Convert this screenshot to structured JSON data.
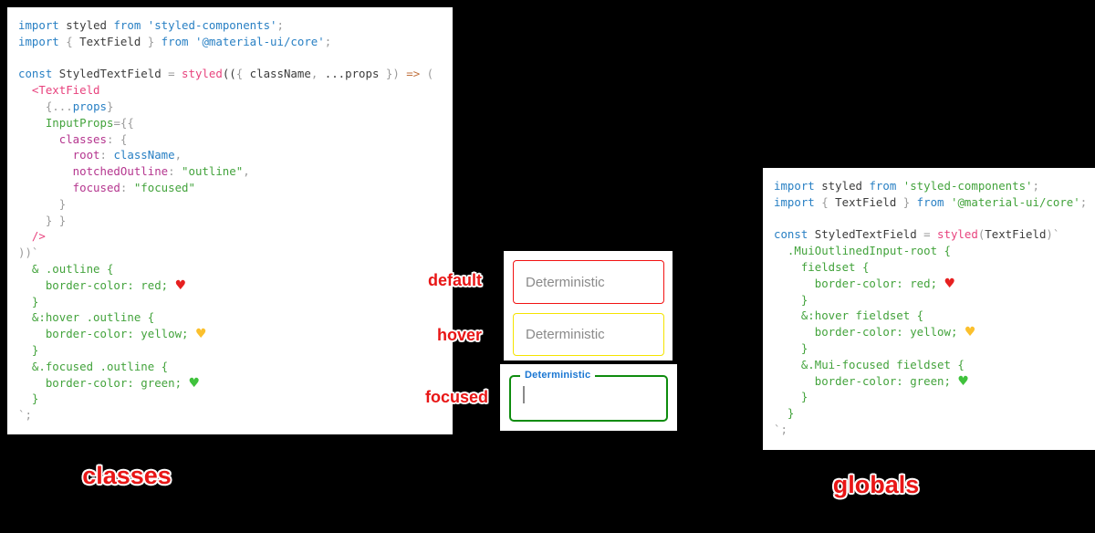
{
  "labels": {
    "default": "default",
    "hover": "hover",
    "focused": "focused"
  },
  "captions": {
    "classes": "classes",
    "globals": "globals"
  },
  "demo": {
    "default_placeholder": "Deterministic",
    "hover_placeholder": "Deterministic",
    "focused_label": "Deterministic"
  },
  "colors": {
    "default_border": "#f21313",
    "hover_border": "#f5e400",
    "focused_border": "#0e8c0e",
    "focused_label_blue": "#1976d2",
    "annotation_red": "#e81616",
    "keyword_blue": "#2980c4",
    "string_green": "#43a33c",
    "function_pink": "#e8437e",
    "key_magenta": "#b5368f"
  },
  "code_blocks": {
    "classes": {
      "lines": [
        [
          [
            "b",
            "import"
          ],
          [
            "k",
            " styled"
          ],
          [
            "b",
            " from"
          ],
          [
            "b",
            " 'styled-components'"
          ],
          [
            "y",
            ";"
          ]
        ],
        [
          [
            "b",
            "import"
          ],
          [
            "y",
            " {"
          ],
          [
            "k",
            " TextField"
          ],
          [
            "y",
            " }"
          ],
          [
            "b",
            " from"
          ],
          [
            "b",
            " '@material-ui/core'"
          ],
          [
            "y",
            ";"
          ]
        ],
        [],
        [
          [
            "b",
            "const"
          ],
          [
            "k",
            " StyledTextField"
          ],
          [
            "y",
            " ="
          ],
          [
            "p",
            " styled"
          ],
          [
            "k",
            "(("
          ],
          [
            "y",
            "{"
          ],
          [
            "k",
            " className"
          ],
          [
            "y",
            ","
          ],
          [
            "k",
            " ...props"
          ],
          [
            "y",
            " })"
          ],
          [
            "o",
            " =>"
          ],
          [
            "y",
            " ("
          ]
        ],
        [
          [
            "p",
            "  <TextField"
          ]
        ],
        [
          [
            "y",
            "    {..."
          ],
          [
            "b",
            "props"
          ],
          [
            "y",
            "}"
          ]
        ],
        [
          [
            "g",
            "    InputProps"
          ],
          [
            "y",
            "={{"
          ]
        ],
        [
          [
            "m",
            "      classes"
          ],
          [
            "y",
            ": {"
          ]
        ],
        [
          [
            "m",
            "        root"
          ],
          [
            "y",
            ":"
          ],
          [
            "b",
            " className"
          ],
          [
            "y",
            ","
          ]
        ],
        [
          [
            "m",
            "        notchedOutline"
          ],
          [
            "y",
            ":"
          ],
          [
            "g",
            " \"outline\""
          ],
          [
            "y",
            ","
          ]
        ],
        [
          [
            "m",
            "        focused"
          ],
          [
            "y",
            ":"
          ],
          [
            "g",
            " \"focused\""
          ]
        ],
        [
          [
            "y",
            "      }"
          ]
        ],
        [
          [
            "y",
            "    } }"
          ]
        ],
        [
          [
            "p",
            "  />"
          ]
        ],
        [
          [
            "y",
            "))`"
          ]
        ],
        [
          [
            "g",
            "  & .outline {"
          ]
        ],
        [
          [
            "g",
            "    border-color: red; "
          ],
          [
            "hr",
            "♥"
          ]
        ],
        [
          [
            "g",
            "  }"
          ]
        ],
        [
          [
            "g",
            "  &:hover .outline {"
          ]
        ],
        [
          [
            "g",
            "    border-color: yellow; "
          ],
          [
            "hy",
            "♥"
          ]
        ],
        [
          [
            "g",
            "  }"
          ]
        ],
        [
          [
            "g",
            "  &.focused .outline {"
          ]
        ],
        [
          [
            "g",
            "    border-color: green; "
          ],
          [
            "hg",
            "♥"
          ]
        ],
        [
          [
            "g",
            "  }"
          ]
        ],
        [
          [
            "y",
            "`;"
          ]
        ]
      ]
    },
    "globals": {
      "lines": [
        [
          [
            "b",
            "import"
          ],
          [
            "k",
            " styled"
          ],
          [
            "b",
            " from"
          ],
          [
            "g",
            " 'styled-components'"
          ],
          [
            "y",
            ";"
          ]
        ],
        [
          [
            "b",
            "import"
          ],
          [
            "y",
            " {"
          ],
          [
            "k",
            " TextField"
          ],
          [
            "y",
            " }"
          ],
          [
            "b",
            " from"
          ],
          [
            "g",
            " '@material-ui/core'"
          ],
          [
            "y",
            ";"
          ]
        ],
        [],
        [
          [
            "b",
            "const"
          ],
          [
            "k",
            " StyledTextField"
          ],
          [
            "y",
            " ="
          ],
          [
            "p",
            " styled"
          ],
          [
            "y",
            "("
          ],
          [
            "k",
            "TextField"
          ],
          [
            "y",
            ")`"
          ]
        ],
        [
          [
            "g",
            "  .MuiOutlinedInput-root {"
          ]
        ],
        [
          [
            "g",
            "    fieldset {"
          ]
        ],
        [
          [
            "g",
            "      border-color: red; "
          ],
          [
            "hr",
            "♥"
          ]
        ],
        [
          [
            "g",
            "    }"
          ]
        ],
        [
          [
            "g",
            "    &:hover fieldset {"
          ]
        ],
        [
          [
            "g",
            "      border-color: yellow; "
          ],
          [
            "hy",
            "♥"
          ]
        ],
        [
          [
            "g",
            "    }"
          ]
        ],
        [
          [
            "g",
            "    &.Mui-focused fieldset {"
          ]
        ],
        [
          [
            "g",
            "      border-color: green; "
          ],
          [
            "hg",
            "♥"
          ]
        ],
        [
          [
            "g",
            "    }"
          ]
        ],
        [
          [
            "g",
            "  }"
          ]
        ],
        [
          [
            "y",
            "`;"
          ]
        ]
      ]
    }
  }
}
